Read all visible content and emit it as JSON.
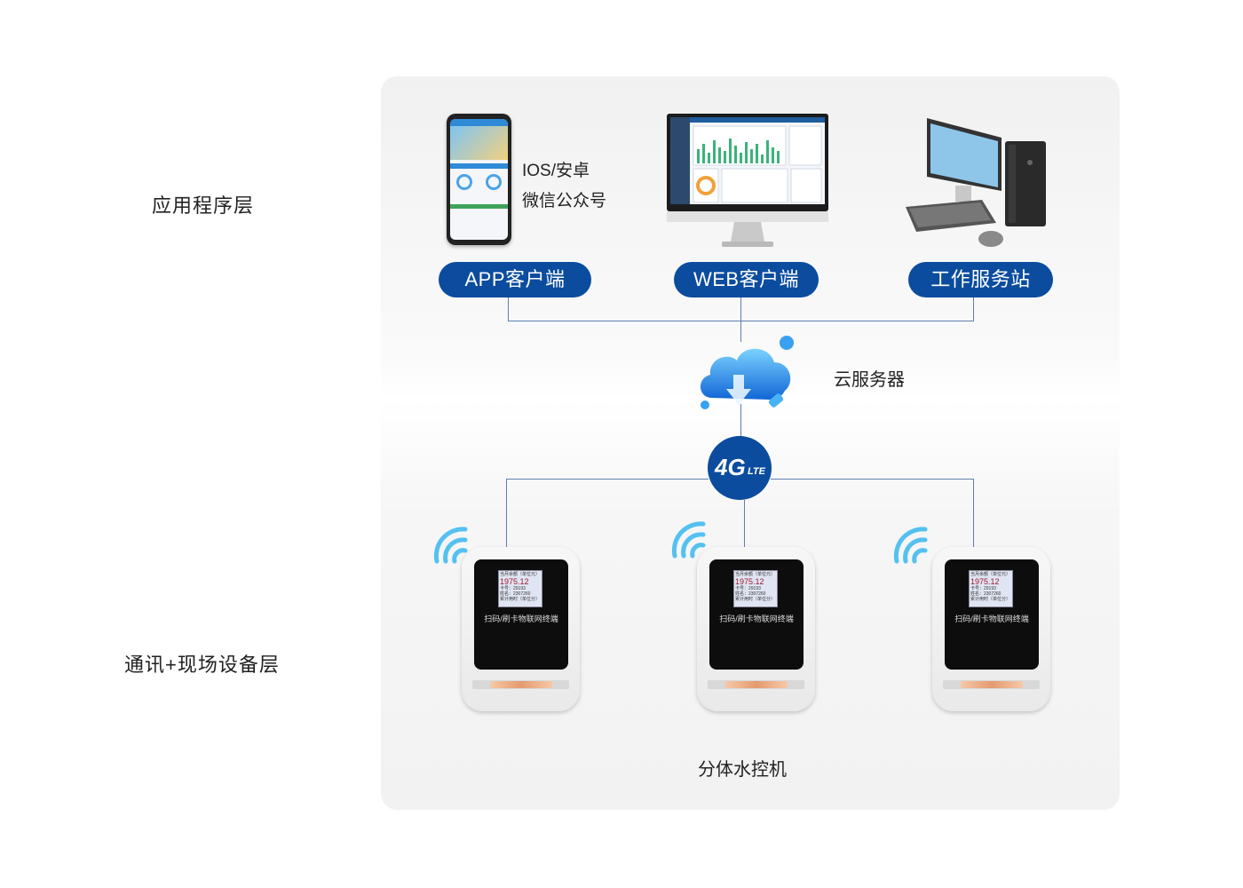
{
  "layers": {
    "application": "应用程序层",
    "communication": "通讯+现场设备层"
  },
  "clients": {
    "mobile_os": "IOS/安卓",
    "mobile_wechat": "微信公众号",
    "app_label": "APP客户端",
    "web_label": "WEB客户端",
    "workstation_label": "工作服务站"
  },
  "cloud": {
    "label": "云服务器"
  },
  "network": {
    "badge": "4G",
    "badge_sub": "LTE"
  },
  "devices": {
    "caption": "分体水控机",
    "screen_text": "扫码/刷卡物联网终端",
    "lcd_header": "当月余额（单位元）",
    "lcd_amount": "1975.12",
    "lcd_line1": "卡号：29193",
    "lcd_line2": "姓名：2307260",
    "lcd_line3": "累计用时（单位分）"
  },
  "colors": {
    "accent": "#0b4c9e",
    "connector": "#5e7fae"
  }
}
